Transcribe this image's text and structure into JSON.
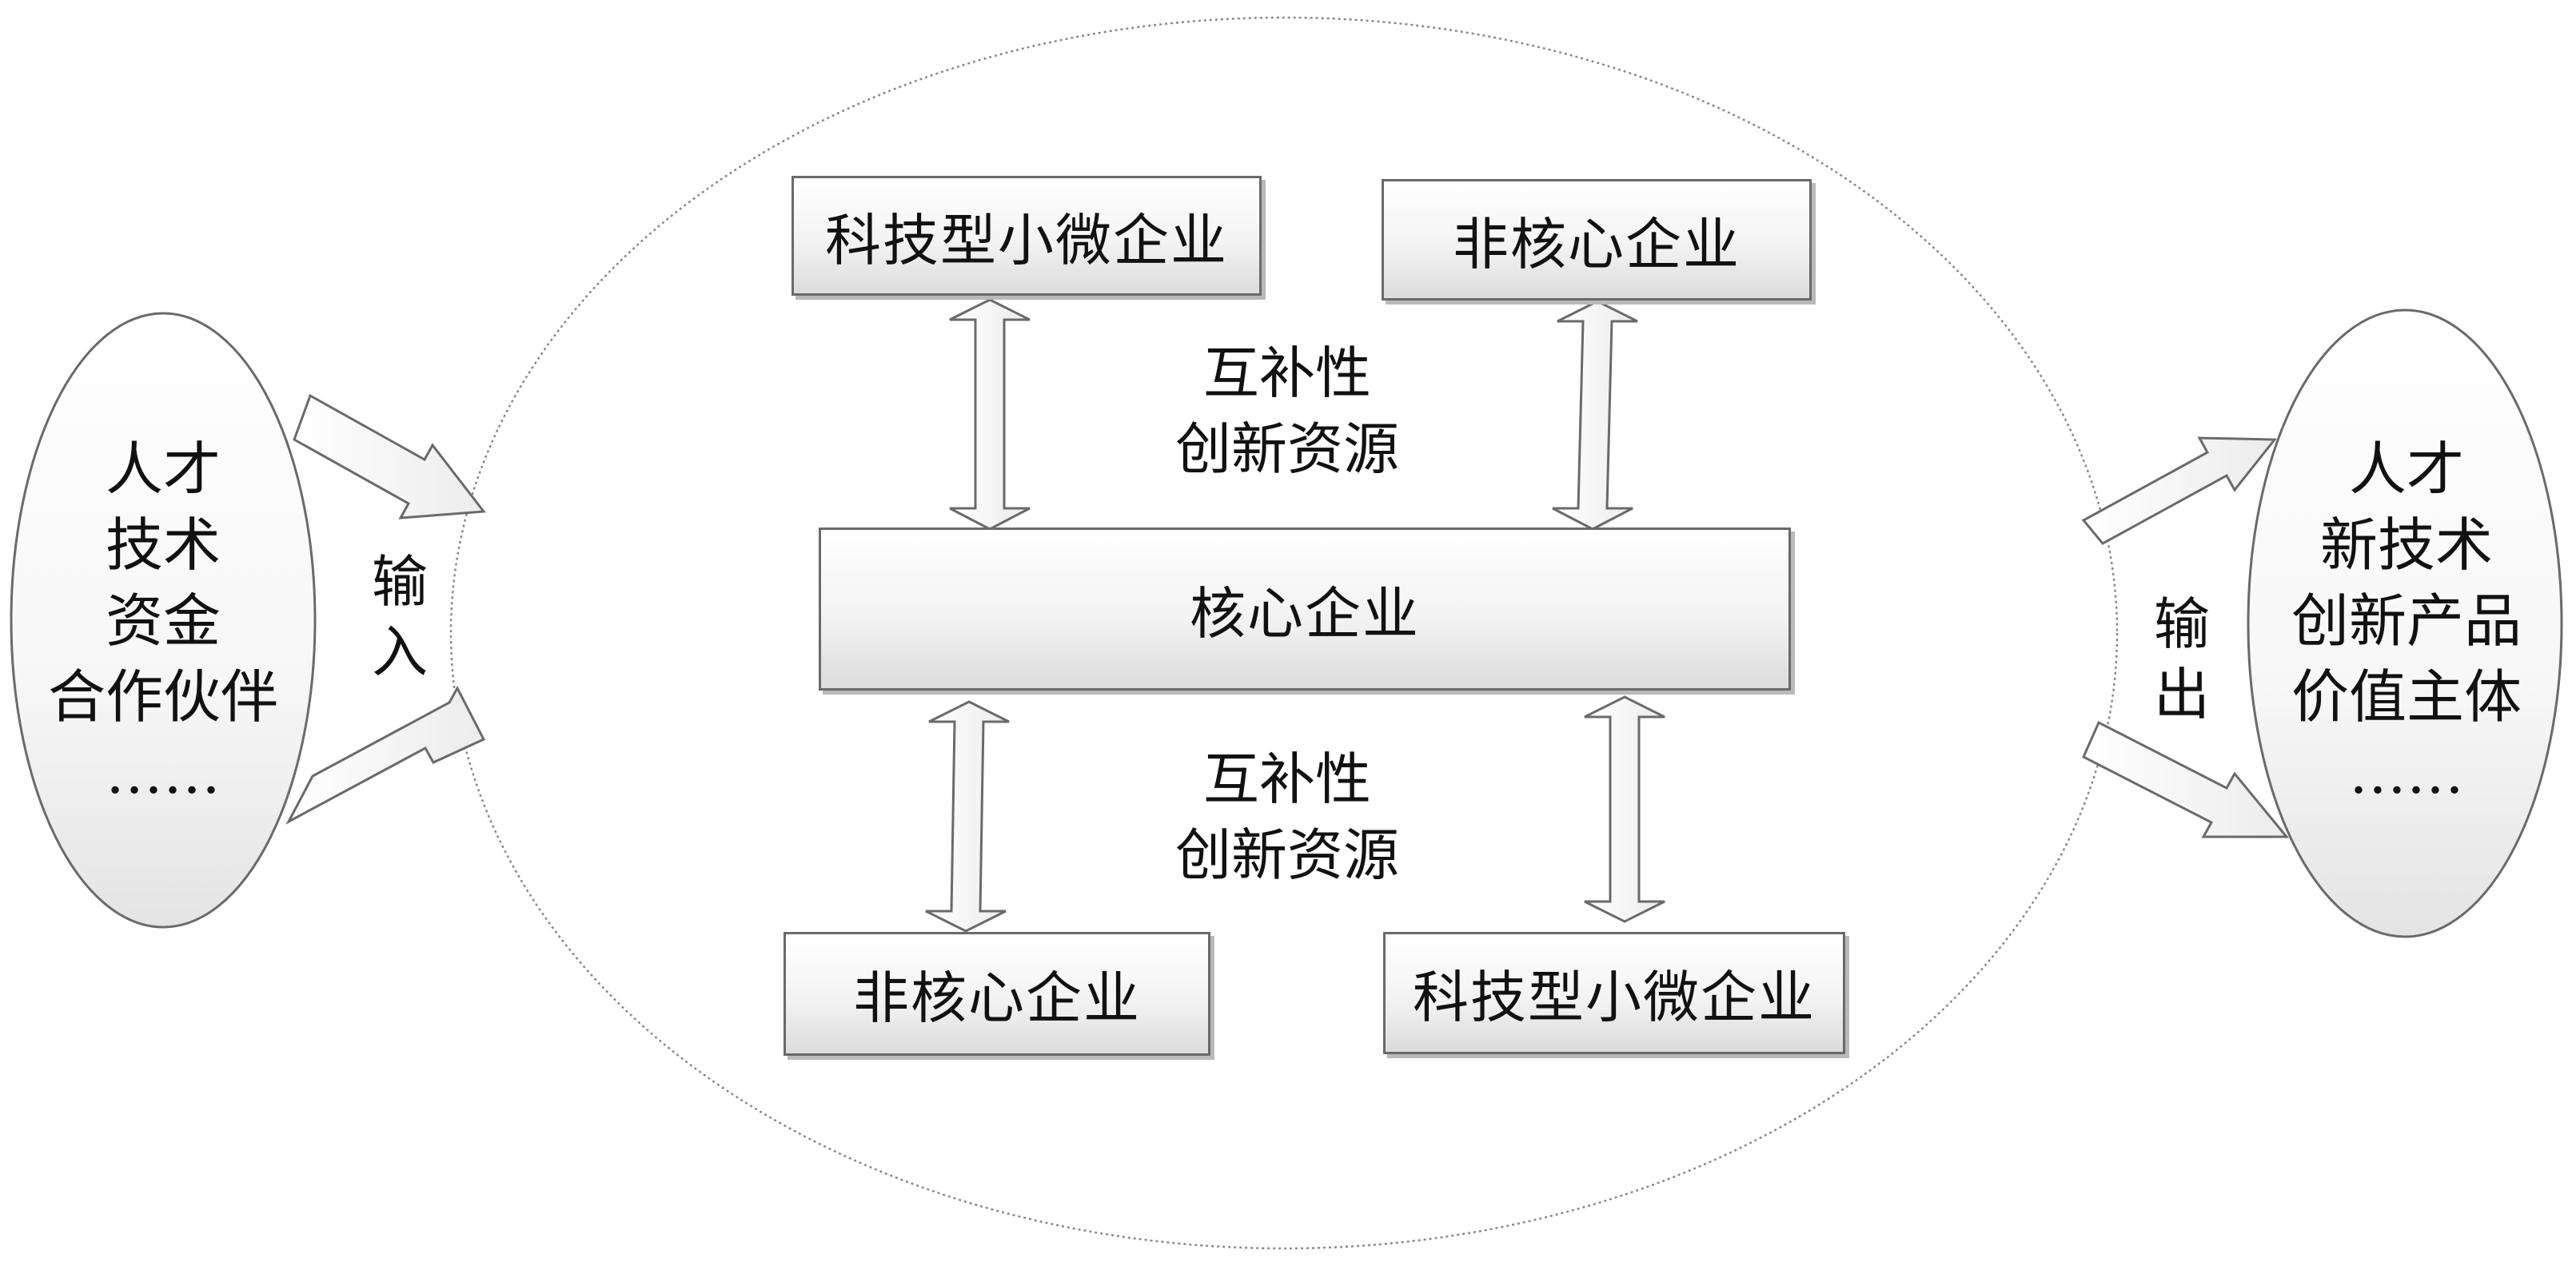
{
  "input_side": {
    "items": [
      "人才",
      "技术",
      "资金",
      "合作伙伴",
      "……"
    ],
    "label_chars": [
      "输",
      "入"
    ]
  },
  "output_side": {
    "items": [
      "人才",
      "新技术",
      "创新产品",
      "价值主体",
      "……"
    ],
    "label_chars": [
      "输",
      "出"
    ]
  },
  "ecosystem": {
    "top_left_box": "科技型小微企业",
    "top_right_box": "非核心企业",
    "core_box": "核心企业",
    "bottom_left_box": "非核心企业",
    "bottom_right_box": "科技型小微企业",
    "top_relation": [
      "互补性",
      "创新资源"
    ],
    "bottom_relation": [
      "互补性",
      "创新资源"
    ]
  },
  "colors": {
    "outline": "#6a6a6a",
    "box_gradient_top": "#ffffff",
    "box_gradient_bottom": "#dcdcdc"
  }
}
